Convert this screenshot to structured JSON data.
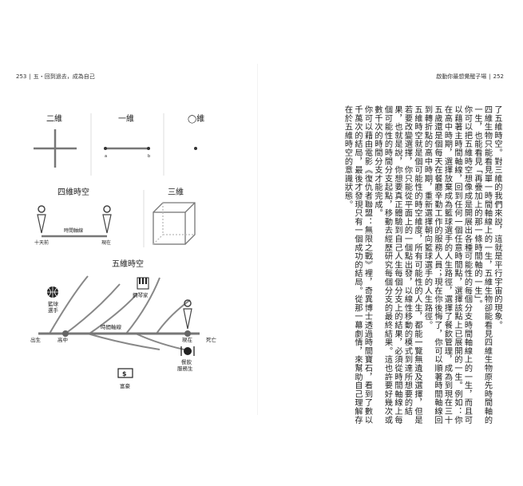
{
  "header": {
    "left_page_number": "253",
    "left_chapter": "五・回到過去，成為自己",
    "right_title": "啟動你最想覺醒子場",
    "right_page_number": "252"
  },
  "diagram": {
    "labels": {
      "d2": "二維",
      "d1": "一維",
      "d0": "◯維",
      "point_a": "a",
      "point_b": "b",
      "d4": "四維時空",
      "timeline": "時間軸線",
      "ten_days_ago": "十天前",
      "now": "現在",
      "d3": "三維",
      "d5": "五維時空",
      "basketball_player": "籃球\n選手",
      "pianist": "鋼琴家",
      "birth": "出生",
      "high_school": "高中",
      "timeline2": "時間軸線",
      "now2": "現在",
      "death": "死亡",
      "waiter": "餐飲\n服務生",
      "tycoon": "富豪"
    }
  },
  "body": {
    "paragraphs": [
      "了五維時空。對三維的我們來說，這就是平行宇宙的現象。",
      "四維生物只能看見單一時間軸線上的一生，五維生物卻能看見四維生物原先時間軸的一生，也能看見「再疊加上的那一條時間軸的一生」。",
      "你可以把五維時空想像成是開展出各種可能性的每個分支時間軸線上的一生，而且可以藉著主時間軸線，回到任何一個任意時間點，選擇該點上已展開的一生。例如：你在高中時期，選擇放棄成為籃球選手的人生路徑，選擇了餐飲管理，成為到現在三十五歲還是個每天在餐廳辛勤工作的服務人員；現在你後悔了，你可以順著時間軸線回到轉折點的高中時期，重新選擇朝向籃球選手的人生路徑。",
      "五維時空就是個可能性的時空維度，所有可能性的人生，都能一覽無遺及選擇，但是若要改變選擇，你只能從平面上的一個點出發，以線性移動的模式到達所想要的結果，也就是說，你想要真正體驗到自己人生每個分支上的結果，必須從時間軸線上每個可能性的時間分支起點，移動去經歷研究每個分支的最終結果。這也許要好幾次或數千次的時間分支才能完成。",
      "你可以藉由電影《復仇者聯盟：無限之戰》裡，奇異博士透過時間寶石，看到了數以千萬次的結局，最後才發現只有一個成功的結局。從那一幕劇情，來幫助自己理解存在於五維時空的意識狀態。"
    ]
  }
}
